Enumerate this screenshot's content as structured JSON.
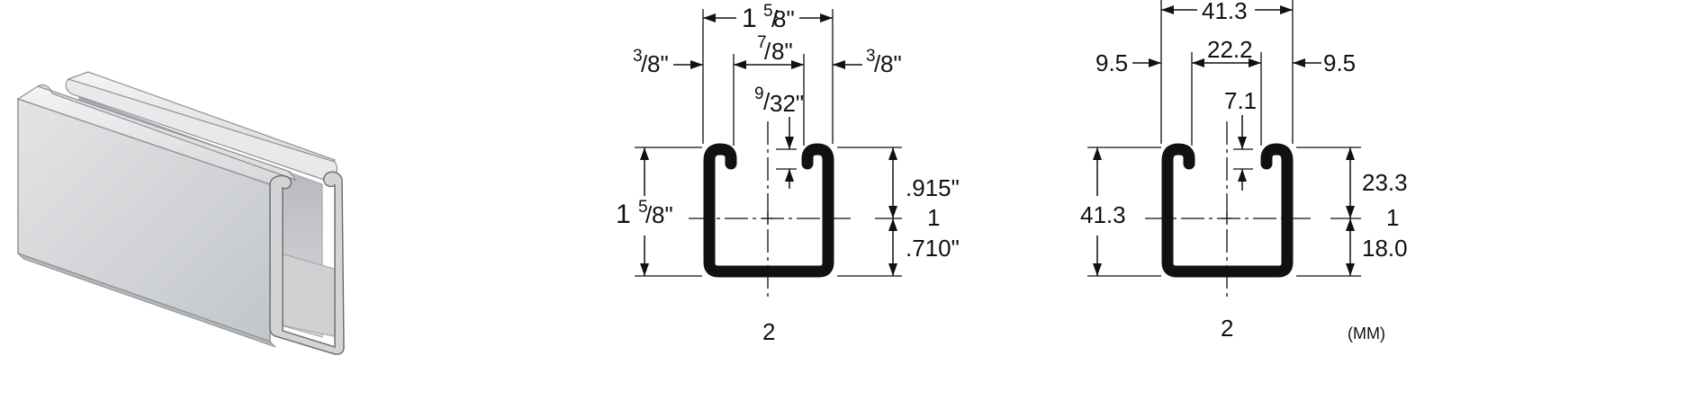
{
  "imperial": {
    "overall_width": {
      "whole": "1",
      "num": "5",
      "den": "8\""
    },
    "opening": {
      "num": "7",
      "den": "8\""
    },
    "flange_left": {
      "num": "3",
      "den": "8\""
    },
    "flange_right": {
      "num": "3",
      "den": "8\""
    },
    "lip": {
      "num": "9",
      "den": "32\""
    },
    "height": {
      "whole": "1",
      "num": "5",
      "den": "8\""
    },
    "upper": ".915\"",
    "center_label": "1",
    "lower": ".710\"",
    "caption": "2"
  },
  "metric": {
    "overall_width": "41.3",
    "opening": "22.2",
    "flange_left": "9.5",
    "flange_right": "9.5",
    "lip": "7.1",
    "height": "41.3",
    "upper": "23.3",
    "center_label": "1",
    "lower": "18.0",
    "caption": "2",
    "unit_note": "(MM)"
  },
  "colors": {
    "ink": "#111111",
    "steel_light": "#e6e7e8",
    "steel_mid": "#c9cbcd",
    "steel_dark": "#8f9296"
  }
}
